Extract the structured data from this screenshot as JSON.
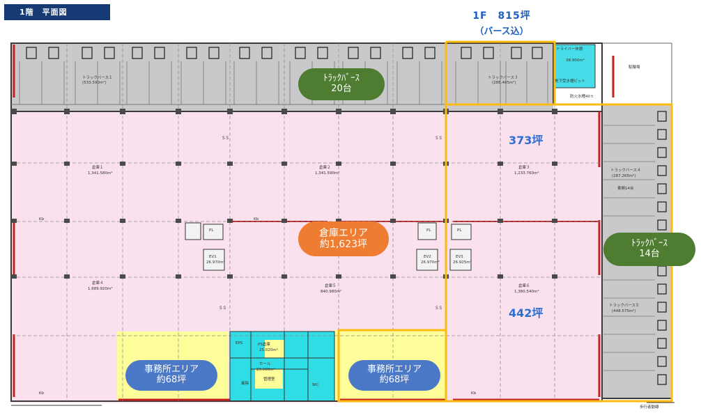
{
  "floor_tag": "1階　平面図",
  "floor_total": {
    "line1": "1F　815坪",
    "line2": "（バース込）"
  },
  "callouts": {
    "truck_berth_top": {
      "title": "ﾄﾗｯｸﾊﾞｰｽ",
      "count": "20台"
    },
    "truck_berth_east": {
      "title": "ﾄﾗｯｸﾊﾞｰｽ",
      "count": "14台"
    },
    "warehouse": {
      "title": "倉庫エリア",
      "area": "約1,623坪"
    },
    "office_left": {
      "title": "事務所エリア",
      "area": "約68坪"
    },
    "office_right": {
      "title": "事務所エリア",
      "area": "約68坪"
    }
  },
  "section_areas": {
    "upper": "373坪",
    "lower": "442坪"
  },
  "plan_labels": {
    "berth1": "トラックバース１",
    "berth1_area": "(533.590m²)",
    "berth3": "トラックバース３",
    "berth3_area": "(288.465m²)",
    "berth4": "トラックバース４",
    "berth4_area": "(287.265m²)",
    "berth4_count": "東側14台",
    "berth5": "トラックバース５",
    "berth5_area": "(448.575m²)",
    "wh1": "倉庫１",
    "wh1_area": "1,341.580m²",
    "wh2": "倉庫２",
    "wh2_area": "1,341.590m²",
    "wh3": "倉庫３",
    "wh3_area": "1,233.760m²",
    "wh4": "倉庫４",
    "wh4_area": "1,689.920m²",
    "wh5": "倉庫５",
    "wh5_area": "840.980m²",
    "wh6": "倉庫６",
    "wh6_area": "1,380.540m²",
    "ev1": "EV1",
    "ev1_area": "26.970m²",
    "ev2": "EV2",
    "ev2_area": "26.970m²",
    "ev3": "EV3",
    "ev3_area": "26.925m²",
    "pl": "PL",
    "driver": "ドライバー休憩",
    "driver_area": "38.900m²",
    "tank": "防火水槽40ｔ",
    "pit": "地下受水槽ピット",
    "bike": "駐輪場",
    "ps": "PS倉庫",
    "ps_area": "25.020m²",
    "hall": "ホール",
    "hall_area": "29.600m²",
    "wc": "WC",
    "mgmt": "管理室",
    "wind": "風除",
    "eps": "EPS",
    "corridor": "歩行者動線",
    "ss": "ＳＳ",
    "kb": "Kb"
  },
  "colors": {
    "berth_fill": "#c9c9cb",
    "warehouse_fill": "#fbe0ee",
    "office_fill": "#fdfd9a",
    "core_fill": "#2fdde6",
    "highlight": "#fbbb10",
    "blueprint_line": "#4b4b4b"
  }
}
